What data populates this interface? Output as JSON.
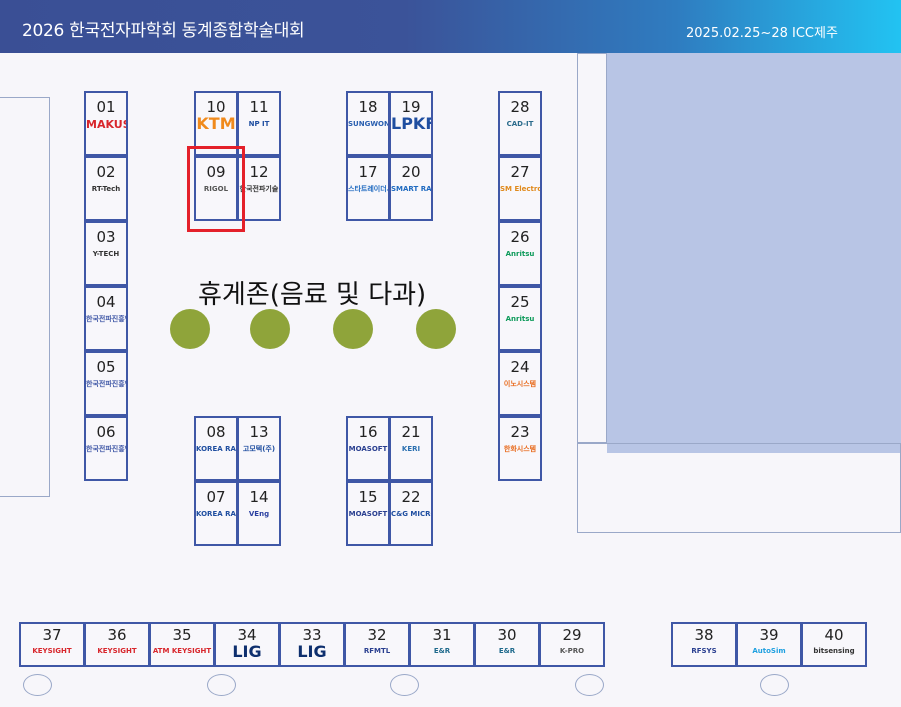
{
  "header": {
    "title": "2026 한국전자파학회 동계종합학술대회",
    "date_venue": "2025.02.25~28   ICC제주"
  },
  "rest_zone": "휴게존(음료 및 다과)",
  "booths": [
    {
      "num": "01",
      "logo": "MAKUS",
      "color": "#d8262c"
    },
    {
      "num": "02",
      "logo": "RT-Tech",
      "color": "#333"
    },
    {
      "num": "03",
      "logo": "Y-TECH",
      "color": "#333"
    },
    {
      "num": "04",
      "logo": "한국전파진흥협회",
      "color": "#3f57a6"
    },
    {
      "num": "05",
      "logo": "한국전파진흥협회",
      "color": "#3f57a6"
    },
    {
      "num": "06",
      "logo": "한국전파진흥협회",
      "color": "#3f57a6"
    },
    {
      "num": "10",
      "logo": "KTM",
      "color": "#f08a1c"
    },
    {
      "num": "11",
      "logo": "NP IT",
      "color": "#1f4ea0"
    },
    {
      "num": "09",
      "logo": "RIGOL",
      "color": "#555"
    },
    {
      "num": "12",
      "logo": "한국전파기술",
      "color": "#333"
    },
    {
      "num": "18",
      "logo": "SUNGWON",
      "color": "#2a5fb0"
    },
    {
      "num": "19",
      "logo": "LPKF",
      "color": "#1f4ea0"
    },
    {
      "num": "17",
      "logo": "스타트레이더시스템",
      "color": "#1f6ac0"
    },
    {
      "num": "20",
      "logo": "SMART RADAR",
      "color": "#1f6ac0"
    },
    {
      "num": "28",
      "logo": "CAD-IT",
      "color": "#2a6b8c"
    },
    {
      "num": "27",
      "logo": "SM Electronics",
      "color": "#e08a1c"
    },
    {
      "num": "26",
      "logo": "Anritsu",
      "color": "#0d9a5a"
    },
    {
      "num": "25",
      "logo": "Anritsu",
      "color": "#0d9a5a"
    },
    {
      "num": "24",
      "logo": "이노시스템",
      "color": "#e86a1c"
    },
    {
      "num": "23",
      "logo": "한화시스템",
      "color": "#e86a1c"
    },
    {
      "num": "08",
      "logo": "KOREA RADIO",
      "color": "#1f4ea0"
    },
    {
      "num": "13",
      "logo": "고모텍(주)",
      "color": "#1f4ea0"
    },
    {
      "num": "07",
      "logo": "KOREA RADIO",
      "color": "#1f4ea0"
    },
    {
      "num": "14",
      "logo": "VEng",
      "color": "#2a3fa0"
    },
    {
      "num": "16",
      "logo": "MOASOFT",
      "color": "#2a3f90"
    },
    {
      "num": "21",
      "logo": "KERI",
      "color": "#2a6fb0"
    },
    {
      "num": "15",
      "logo": "MOASOFT",
      "color": "#2a3f90"
    },
    {
      "num": "22",
      "logo": "C&G MICROWAVE",
      "color": "#1f4ea0"
    },
    {
      "num": "37",
      "logo": "KEYSIGHT",
      "color": "#d8262c"
    },
    {
      "num": "36",
      "logo": "KEYSIGHT",
      "color": "#d8262c"
    },
    {
      "num": "35",
      "logo": "ATM KEYSIGHT",
      "color": "#d8262c"
    },
    {
      "num": "34",
      "logo": "LIG",
      "color": "#0e2f6e"
    },
    {
      "num": "33",
      "logo": "LIG",
      "color": "#0e2f6e"
    },
    {
      "num": "32",
      "logo": "RFMTL",
      "color": "#2a3f90"
    },
    {
      "num": "31",
      "logo": "E&R",
      "color": "#1f6a8c"
    },
    {
      "num": "30",
      "logo": "E&R",
      "color": "#1f6a8c"
    },
    {
      "num": "29",
      "logo": "K-PRO",
      "color": "#555"
    },
    {
      "num": "38",
      "logo": "RFSYS",
      "color": "#2a3f90"
    },
    {
      "num": "39",
      "logo": "AutoSim",
      "color": "#1fa0e0"
    },
    {
      "num": "40",
      "logo": "bitsensing",
      "color": "#333"
    }
  ]
}
